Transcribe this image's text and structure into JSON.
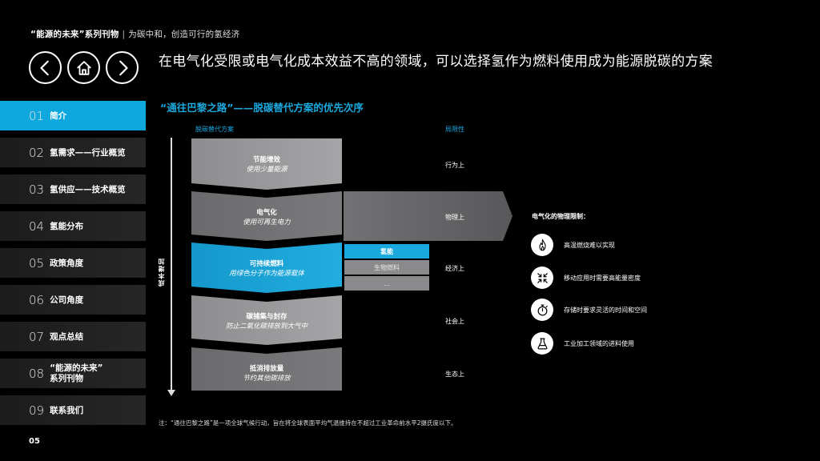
{
  "header": {
    "series_title": "“能源的未来”系列刊物",
    "separator": "|",
    "series_subtitle": "为碳中和，创造可行的氢经济"
  },
  "nav": {
    "prev_icon": "chevron-left-icon",
    "home_icon": "home-icon",
    "next_icon": "chevron-right-icon"
  },
  "slide_title": "在电气化受限或电气化成本效益不高的领域，可以选择氢作为燃料使用成为能源脱碳的方案",
  "sidebar": {
    "items": [
      {
        "num": "01",
        "label": "简介",
        "active": true
      },
      {
        "num": "02",
        "label": "氢需求——行业概览"
      },
      {
        "num": "03",
        "label": "氢供应——技术概览"
      },
      {
        "num": "04",
        "label": "氢能分布"
      },
      {
        "num": "05",
        "label": "政策角度"
      },
      {
        "num": "06",
        "label": "公司角度"
      },
      {
        "num": "07",
        "label": "观点总结"
      },
      {
        "num": "08",
        "label": "“能源的未来”",
        "label2": "系列刊物"
      },
      {
        "num": "09",
        "label": "联系我们"
      }
    ]
  },
  "page_number": "05",
  "diagram": {
    "title": "“通往巴黎之路”——脱碳替代方案的优先次序",
    "col_options": "脱碳替代方案",
    "col_limits": "局限性",
    "axis_label": "成本增加",
    "options": [
      {
        "title": "节能增效",
        "sub": "使用少量能源",
        "limit": "行为上",
        "highlight": false
      },
      {
        "title": "电气化",
        "sub": "使用可再生电力",
        "limit": "物理上",
        "highlight": false
      },
      {
        "title": "可持续燃料",
        "sub": "用绿色分子作为能源载体",
        "limit": "经济上",
        "highlight": true
      },
      {
        "title": "碳捕集与封存",
        "sub": "防止二氧化碳排放到大气中",
        "limit": "社会上",
        "highlight": false
      },
      {
        "title": "抵消排放量",
        "sub": "节约其他碳排放",
        "limit": "生态上",
        "highlight": false
      }
    ],
    "fuels": [
      "氢能",
      "生物燃料",
      "..."
    ],
    "colors": {
      "accent": "#1aa9df",
      "chevron_light": "#9b9b9d",
      "chevron_dark": "#6f6f71",
      "band": "#5d5d5f"
    }
  },
  "physical_limits": {
    "heading": "电气化的物理限制：",
    "items": [
      {
        "icon": "flame-icon",
        "text": "高温燃烧难以实现"
      },
      {
        "icon": "compress-arrows-icon",
        "text": "移动应用时需要高能量密度"
      },
      {
        "icon": "stopwatch-icon",
        "text": "存储时要求灵活的时间和空间"
      },
      {
        "icon": "flask-icon",
        "text": "工业加工领域的进料使用"
      }
    ]
  },
  "footnote": "注：“通往巴黎之路”是一项全球气候行动，旨在将全球表面平均气温维持在不超过工业革命前水平2摄氏度以下。"
}
